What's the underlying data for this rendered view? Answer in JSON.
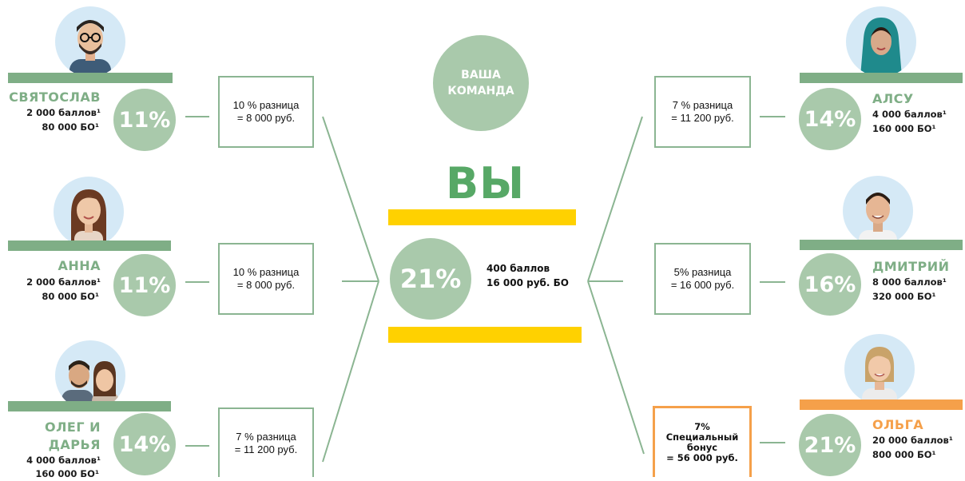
{
  "team_label": [
    "ВАША",
    "КОМАНДА"
  ],
  "center": {
    "title": "ВЫ",
    "percent": "21%",
    "points": "400 баллов",
    "bonus": "16 000 руб. БО"
  },
  "left_members": [
    {
      "name": [
        "СВЯТОСЛАВ"
      ],
      "percent": "11%",
      "points": "2 000 баллов¹",
      "bo": "80 000 БО¹",
      "box": [
        "10 % разница",
        "= 8 000 руб."
      ]
    },
    {
      "name": [
        "АННА"
      ],
      "percent": "11%",
      "points": "2 000 баллов¹",
      "bo": "80 000 БО¹",
      "box": [
        "10 % разница",
        "= 8 000 руб."
      ]
    },
    {
      "name": [
        "ОЛЕГ И",
        "ДАРЬЯ"
      ],
      "percent": "14%",
      "points": "4 000 баллов¹",
      "bo": "160 000 БО¹",
      "box": [
        "7 % разница",
        "= 11 200 руб."
      ]
    }
  ],
  "right_members": [
    {
      "name": [
        "АЛСУ"
      ],
      "percent": "14%",
      "points": "4 000 баллов¹",
      "bo": "160 000 БО¹",
      "box": [
        "7 % разница",
        "= 11 200 руб."
      ]
    },
    {
      "name": [
        "ДМИТРИЙ"
      ],
      "percent": "16%",
      "points": "8 000 баллов¹",
      "bo": "320 000 БО¹",
      "box": [
        "5% разница",
        "= 16 000 руб."
      ]
    },
    {
      "name": [
        "ОЛЬГА"
      ],
      "percent": "21%",
      "points": "20 000 баллов¹",
      "bo": "800 000 БО¹",
      "box": [
        "7%",
        "Специальный",
        "бонус",
        "= 56 000 руб."
      ]
    }
  ],
  "colors": {
    "green": "#7fae86",
    "circle": "#a9c9ab",
    "orange": "#f5a04a",
    "yellow": "#ffd100",
    "title": "#57a866"
  }
}
